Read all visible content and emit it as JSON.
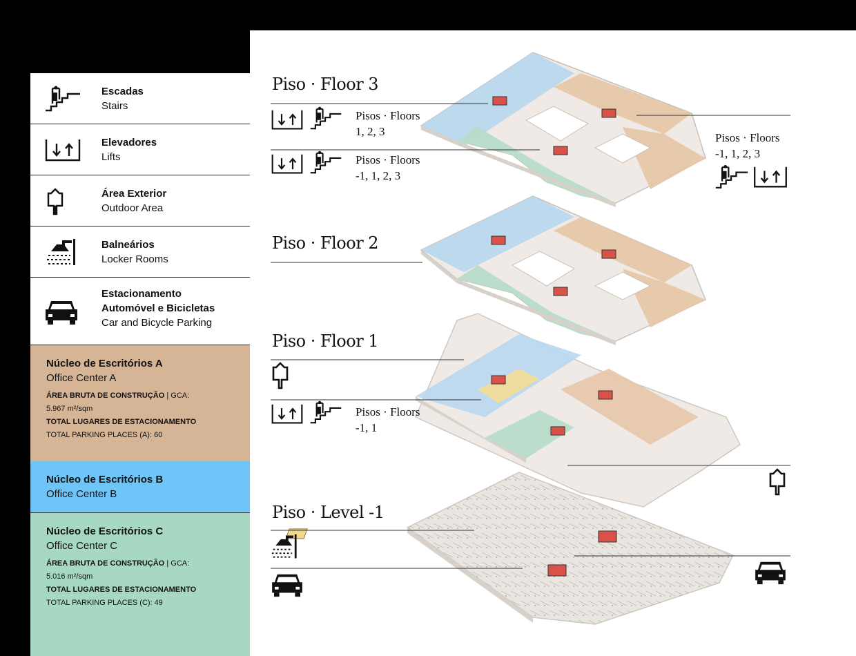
{
  "legend": {
    "stairs": {
      "title": "Escadas",
      "subtitle": "Stairs",
      "icon": "stairs-icon"
    },
    "lifts": {
      "title": "Elevadores",
      "subtitle": "Lifts",
      "icon": "lift-icon"
    },
    "outdoor": {
      "title": "Área Exterior",
      "subtitle": "Outdoor Area",
      "icon": "tree-icon"
    },
    "lockers": {
      "title": "Balneários",
      "subtitle": "Locker Rooms",
      "icon": "shower-icon"
    },
    "parking": {
      "title1": "Estacionamento",
      "title2": "Automóvel e Bicicletas",
      "subtitle": "Car and Bicycle Parking",
      "icon": "car-icon"
    }
  },
  "offices": {
    "a": {
      "title": "Núcleo de Escritórios A",
      "subtitle": "Office Center A",
      "gca_label": "ÁREA BRUTA DE CONSTRUÇÃO",
      "gca_sep": " | GCA:",
      "gca_value": "5.967 m²/sqm",
      "parking_label": "TOTAL LUGARES DE ESTACIONAMENTO",
      "parking_value": "TOTAL PARKING PLACES (A): 60",
      "color": "#d6b597"
    },
    "b": {
      "title": "Núcleo de Escritórios B",
      "subtitle": "Office Center B",
      "color": "#6ec5f8"
    },
    "c": {
      "title": "Núcleo de Escritórios C",
      "subtitle": "Office Center C",
      "gca_label": "ÁREA BRUTA DE CONSTRUÇÃO",
      "gca_sep": " | GCA:",
      "gca_value": "5.016 m²/sqm",
      "parking_label": "TOTAL LUGARES DE ESTACIONAMENTO",
      "parking_value": "TOTAL PARKING PLACES (C): 49",
      "color": "#a6d8c4"
    }
  },
  "floors": {
    "f3": {
      "title": "Piso · Floor 3",
      "note1_a": "Pisos · Floors",
      "note1_b": "1, 2, 3",
      "note2_a": "Pisos · Floors",
      "note2_b": "-1, 1, 2, 3",
      "note3_a": "Pisos · Floors",
      "note3_b": "-1, 1, 2, 3"
    },
    "f2": {
      "title": "Piso · Floor 2"
    },
    "f1": {
      "title": "Piso · Floor 1",
      "note_a": "Pisos · Floors",
      "note_b": "-1, 1"
    },
    "fm1": {
      "title": "Piso · Level -1"
    }
  }
}
